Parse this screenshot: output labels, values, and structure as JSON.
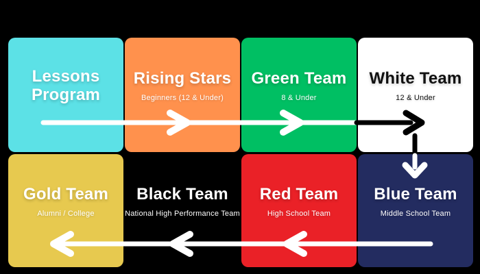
{
  "diagram": {
    "background_color": "#000000",
    "arrow_colors": {
      "forward": "#FFFFFF",
      "transition": "#000000",
      "down": "#FFFFFF",
      "return": "#FFFFFF"
    },
    "cards": [
      {
        "title": "Lessons Program",
        "subtitle": "",
        "bg": "#5CE1E6",
        "text_color": "#FFFFFF"
      },
      {
        "title": "Rising Stars",
        "subtitle": "Beginners (12 & Under)",
        "bg": "#FF914D",
        "text_color": "#FFFFFF"
      },
      {
        "title": "Green Team",
        "subtitle": "8 & Under",
        "bg": "#00BF63",
        "text_color": "#FFFFFF"
      },
      {
        "title": "White Team",
        "subtitle": "12 & Under",
        "bg": "#FFFFFF",
        "text_color": "#111111"
      },
      {
        "title": "Gold Team",
        "subtitle": "Alumni / College",
        "bg": "#E7C94F",
        "text_color": "#FFFFFF"
      },
      {
        "title": "Black Team",
        "subtitle": "National High Performance Team",
        "bg": "#000000",
        "text_color": "#FFFFFF"
      },
      {
        "title": "Red Team",
        "subtitle": "High School Team",
        "bg": "#EA2127",
        "text_color": "#FFFFFF"
      },
      {
        "title": "Blue Team",
        "subtitle": "Middle School Team",
        "bg": "#232C60",
        "text_color": "#FFFFFF"
      }
    ]
  }
}
